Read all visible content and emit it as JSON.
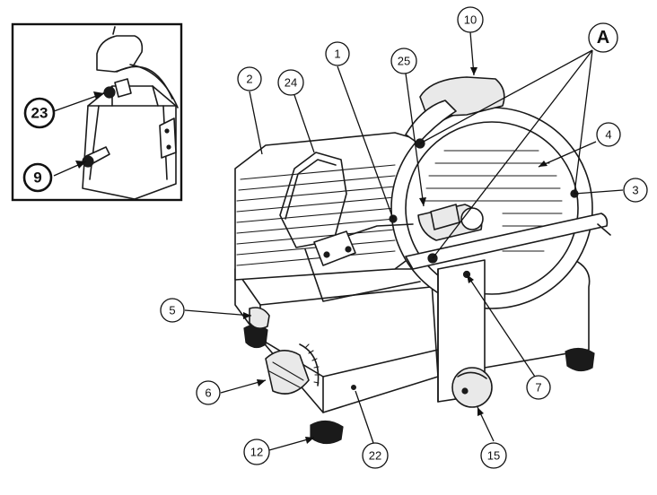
{
  "callouts": [
    {
      "id": "1",
      "label": "1"
    },
    {
      "id": "2",
      "label": "2"
    },
    {
      "id": "3",
      "label": "3"
    },
    {
      "id": "4",
      "label": "4"
    },
    {
      "id": "5",
      "label": "5"
    },
    {
      "id": "6",
      "label": "6"
    },
    {
      "id": "7",
      "label": "7"
    },
    {
      "id": "9",
      "label": "9"
    },
    {
      "id": "10",
      "label": "10"
    },
    {
      "id": "12",
      "label": "12"
    },
    {
      "id": "15",
      "label": "15"
    },
    {
      "id": "22",
      "label": "22"
    },
    {
      "id": "23",
      "label": "23"
    },
    {
      "id": "24",
      "label": "24"
    },
    {
      "id": "25",
      "label": "25"
    },
    {
      "id": "A",
      "label": "A"
    }
  ]
}
